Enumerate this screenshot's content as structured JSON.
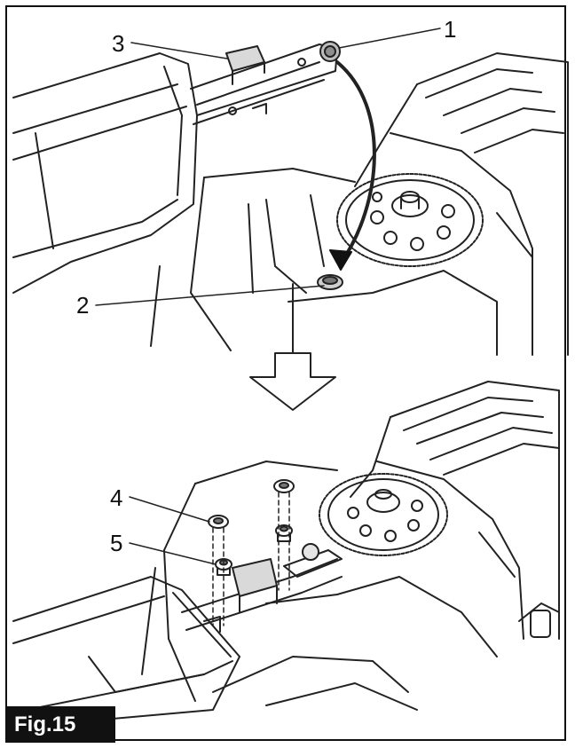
{
  "figure": {
    "label": "Fig.15",
    "callouts": [
      "1",
      "2",
      "3",
      "4",
      "5"
    ]
  },
  "colors": {
    "line": "#222222",
    "shade": "#d9d9d9",
    "accent": "#111111"
  }
}
